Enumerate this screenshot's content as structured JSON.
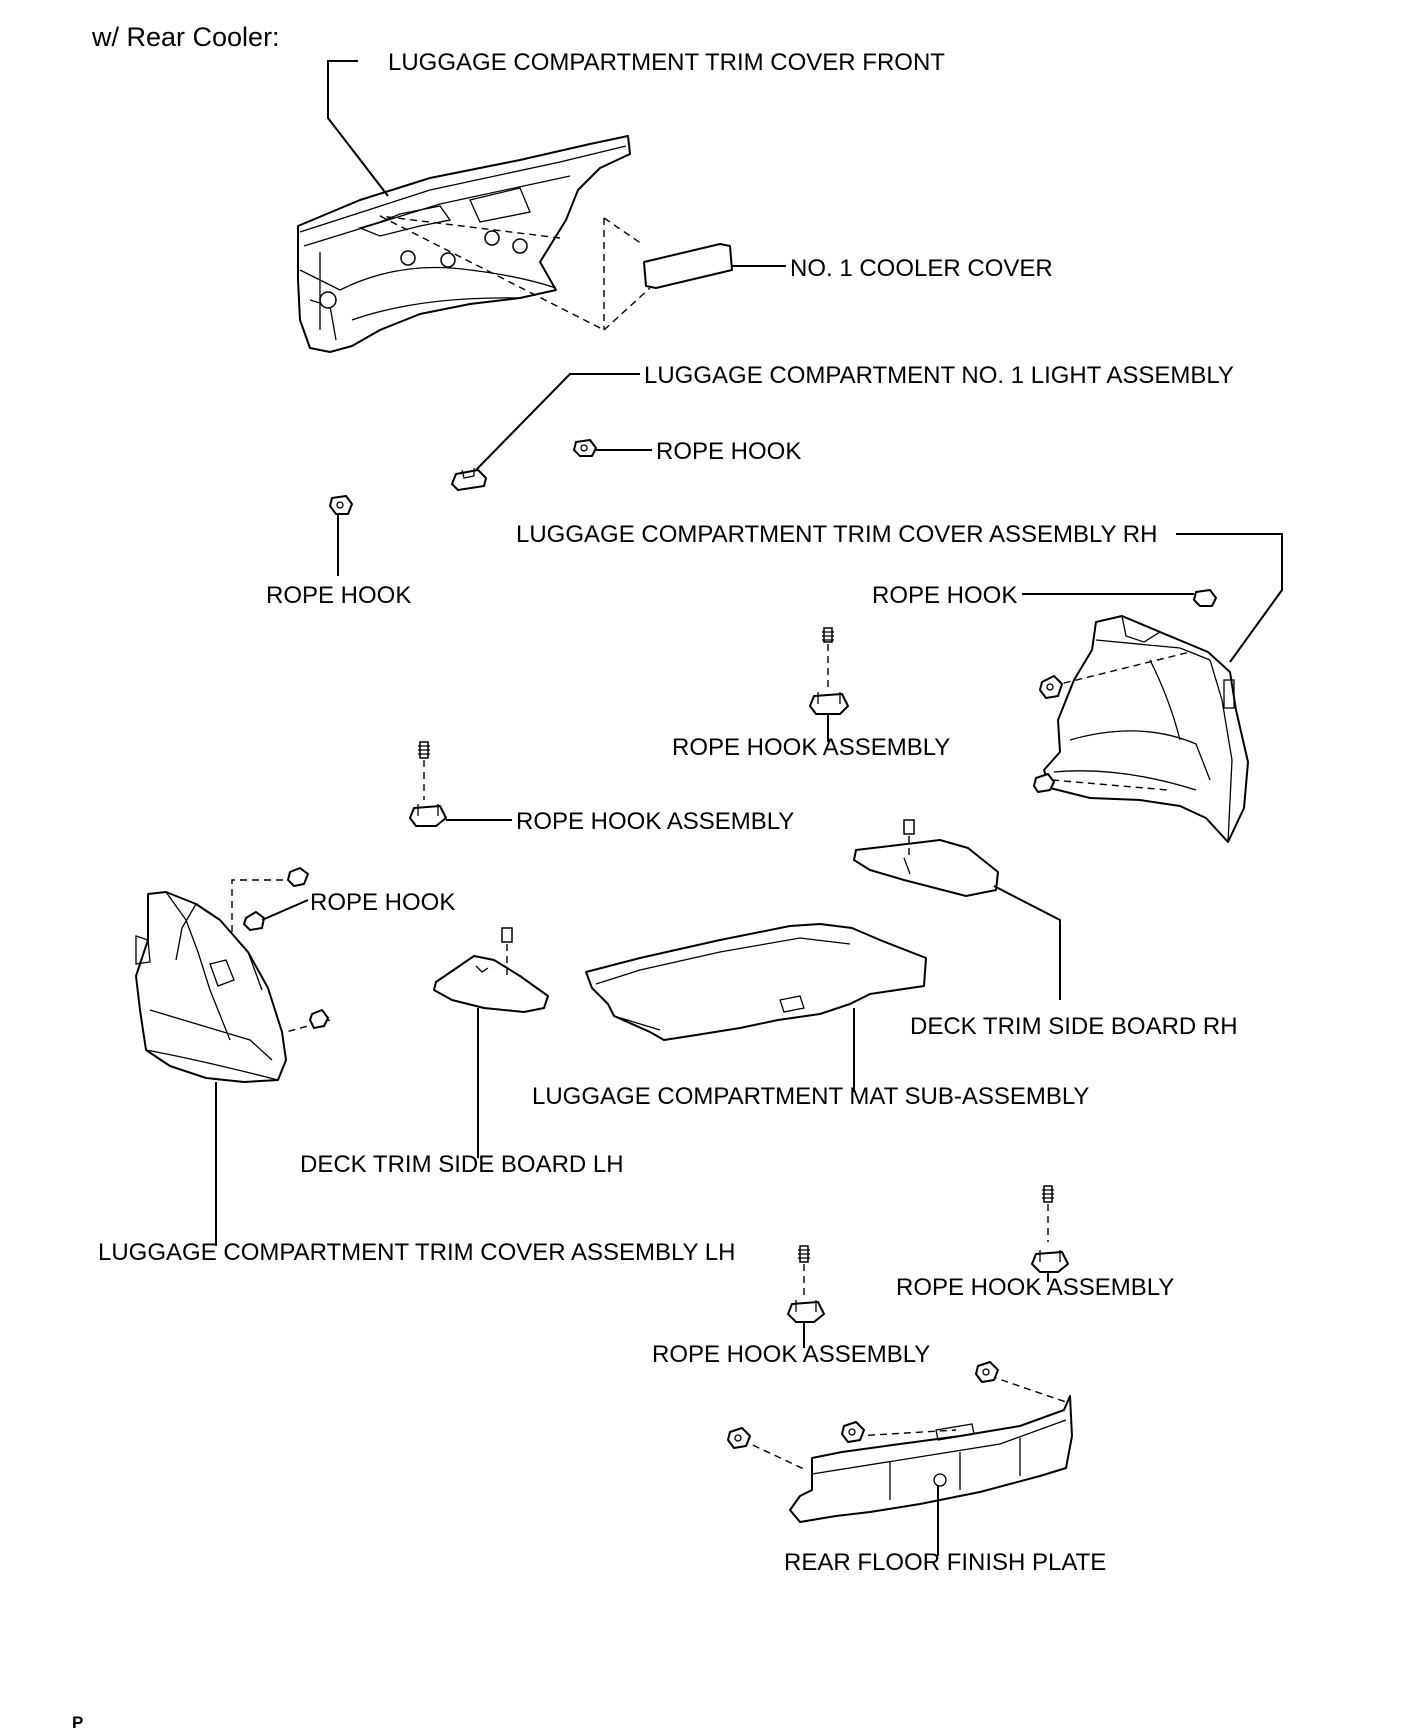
{
  "header": "w/ Rear Cooler:",
  "footer": "P",
  "labels": {
    "trim_front": "LUGGAGE COMPARTMENT TRIM COVER FRONT",
    "cooler_cover": "NO. 1 COOLER COVER",
    "light": "LUGGAGE COMPARTMENT NO. 1 LIGHT ASSEMBLY",
    "rope_hook_1": "ROPE HOOK",
    "rope_hook_2": "ROPE HOOK",
    "trim_rh": "LUGGAGE COMPARTMENT TRIM COVER ASSEMBLY RH",
    "rope_hook_3": "ROPE HOOK",
    "rope_hook_assy_1": "ROPE HOOK ASSEMBLY",
    "rope_hook_assy_2": "ROPE HOOK ASSEMBLY",
    "rope_hook_4": "ROPE HOOK",
    "deck_rh": "DECK TRIM SIDE BOARD RH",
    "mat": "LUGGAGE COMPARTMENT MAT SUB-ASSEMBLY",
    "deck_lh": "DECK TRIM SIDE BOARD LH",
    "trim_lh": "LUGGAGE COMPARTMENT TRIM COVER ASSEMBLY LH",
    "rope_hook_assy_3": "ROPE HOOK ASSEMBLY",
    "rope_hook_assy_4": "ROPE HOOK ASSEMBLY",
    "rear_plate": "REAR FLOOR FINISH PLATE"
  }
}
